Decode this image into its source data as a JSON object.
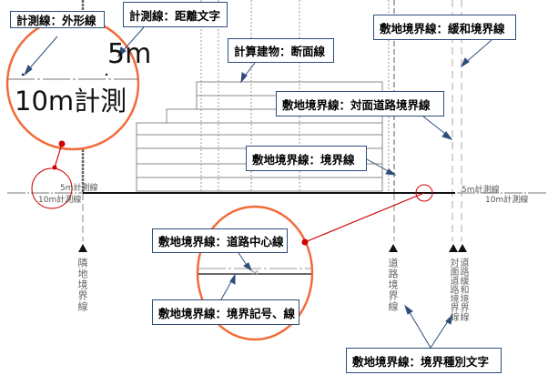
{
  "callouts": {
    "outline": "計測線：外形線",
    "distance_text": "計測線：距離文字",
    "building_section": "計算建物：断面線",
    "relaxed_boundary": "敷地境界線：緩和境界線",
    "opposite_road_boundary": "敷地境界線：対面道路境界線",
    "boundary_line": "敷地境界線：境界線",
    "road_center": "敷地境界線：道路中心線",
    "boundary_mark": "敷地境界線：境界記号、線",
    "boundary_type_text": "敷地境界線：境界種別文字"
  },
  "measure": {
    "five_m": "5m計測線",
    "ten_m": "10m計測線",
    "zoom_five": "5m",
    "zoom_ten": "10m計測"
  },
  "boundary_types": {
    "neighbor": "隣地境界線",
    "road": "道路境界線",
    "opposite_road": "対面道路境界線",
    "road_relaxed": "道路緩和境界線"
  },
  "colors": {
    "callout_border": "#2e4d7b",
    "zoom_circle": "#f26b3a",
    "marker": "#d00000"
  }
}
